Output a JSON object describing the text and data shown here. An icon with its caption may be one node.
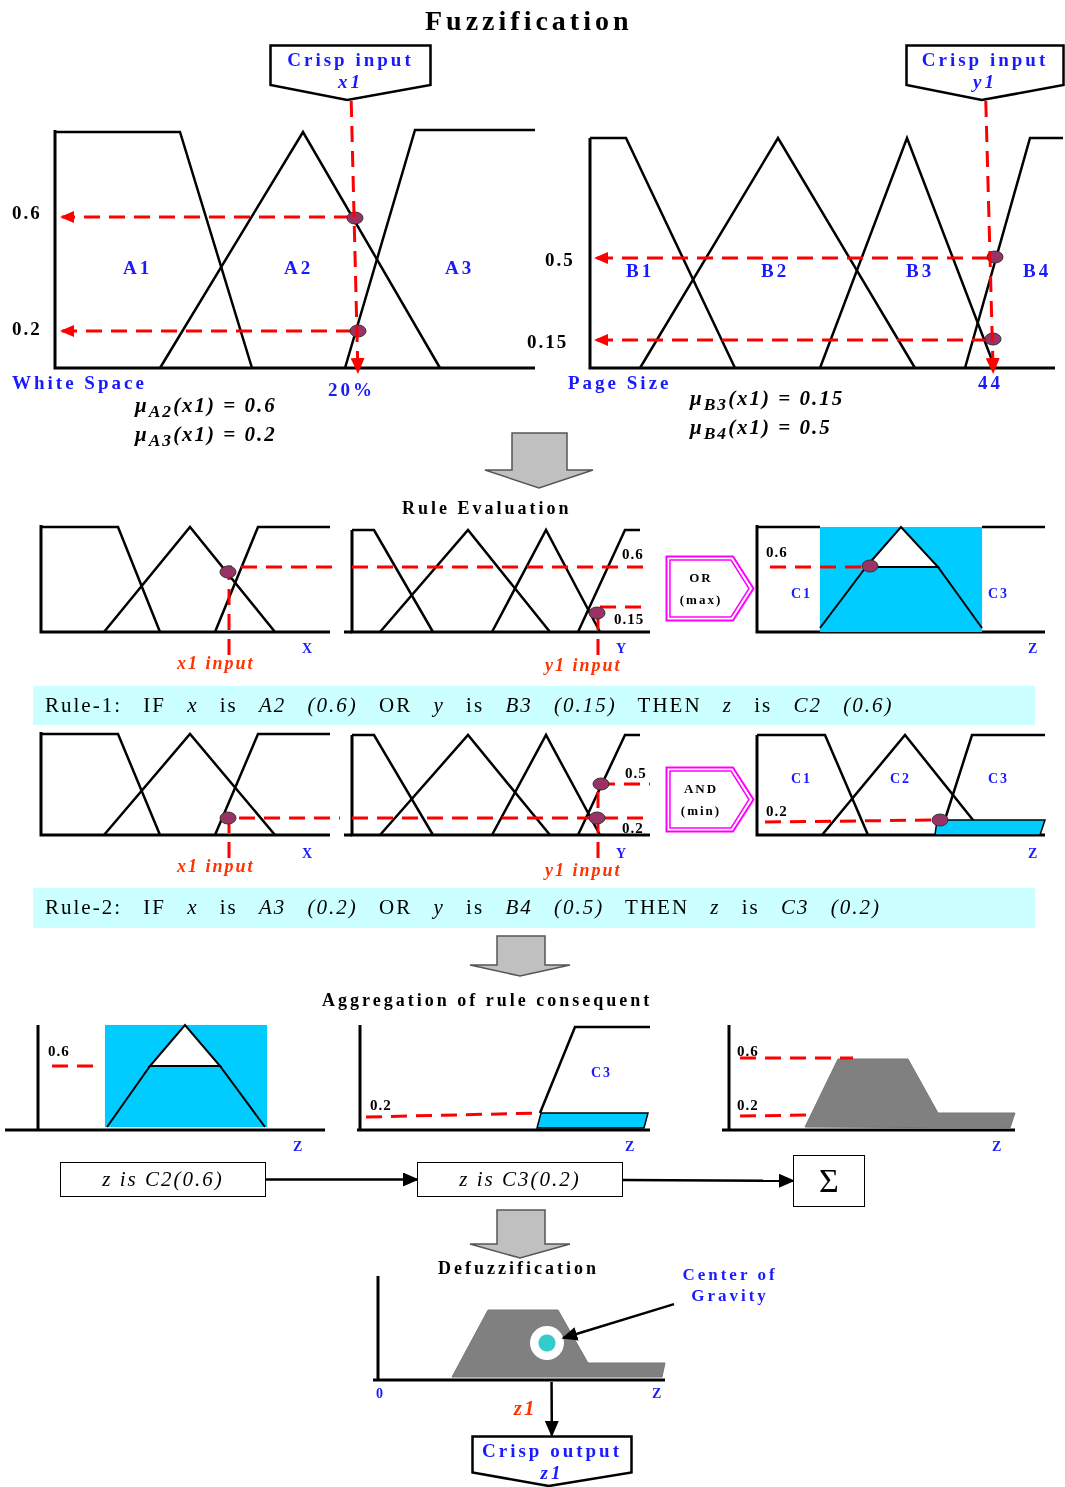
{
  "diagram": {
    "title": "Fuzzification",
    "nodes": [
      {
        "text": [
          "Crisp input",
          "x1"
        ]
      },
      {
        "text": [
          "Crisp input",
          "y1"
        ]
      },
      {
        "text": [],
        "shape": "picture"
      },
      {
        "text": [],
        "shape": "picture"
      },
      {
        "text": [
          "OR",
          "(max)"
        ]
      },
      {
        "text": [
          "Rule-1: IF *x* is *A2 (0.6)* OR *y* is *B3 (0.15)* THEN *z* is *C2 (0.6)*"
        ]
      },
      {
        "text": [
          "AND",
          "(min)"
        ]
      },
      {
        "text": [
          "Rule-2: IF *x* is *A3 (0.2)* OR *y* is *B4 (0.5)* THEN *z* is *C3 (0.2)*"
        ]
      },
      {
        "text": [
          "z is C2(0.6)"
        ]
      },
      {
        "text": [
          "z is C3(0.2)"
        ]
      },
      {
        "text": [
          "Σ"
        ]
      },
      {
        "text": [
          "Center of Gravity"
        ]
      },
      {
        "text": [],
        "shape": "picture"
      },
      {
        "text": [],
        "shape": "circle",
        "in": 12
      },
      {
        "text": [
          "Crisp output",
          "z1"
        ]
      }
    ],
    "edges": [
      {
        "from": 0,
        "to": 2,
        "arrow": "to",
        "style": "dashed",
        "color": "#ff0000"
      },
      {
        "from": 1,
        "to": 3,
        "arrow": "to",
        "style": "dashed",
        "color": "#ff0000"
      },
      {
        "from": 8,
        "to": 9,
        "arrow": "to"
      },
      {
        "from": 9,
        "to": 10,
        "arrow": "to"
      },
      {
        "from": 11,
        "to": 13,
        "arrow": "to"
      },
      {
        "from": 12,
        "to": 14,
        "arrow": "to",
        "label": "z1"
      }
    ],
    "labels": [
      "0.6",
      "A1",
      "A2",
      "A3",
      "0.2",
      "White Space",
      "20%",
      "0.5",
      "B1",
      "B2",
      "B3",
      "B4",
      "0.15",
      "Page Size",
      "44",
      "μ$_{A2}$(x1) = 0.6",
      "μ$_{A3}$(x1) = 0.2",
      "μ$_{B3}$(x1) = 0.15",
      "μ$_{B4}$(x1) = 0.5",
      "Rule Evaluation",
      "0.6",
      "0.15",
      "X",
      "Y",
      "x1 input",
      "y1 input",
      "0.6",
      "C1",
      "C3",
      "Z",
      "0.5",
      "0.2",
      "X",
      "Y",
      "x1 input",
      "y1 input",
      "C1",
      "C2",
      "C3",
      "0.2",
      "Z",
      "Aggregation of rule consequent",
      "0.6",
      "Z",
      "0.2",
      "C3",
      "Z",
      "0.6",
      "0.2",
      "Z",
      "Defuzzification",
      "0",
      "Z"
    ]
  }
}
